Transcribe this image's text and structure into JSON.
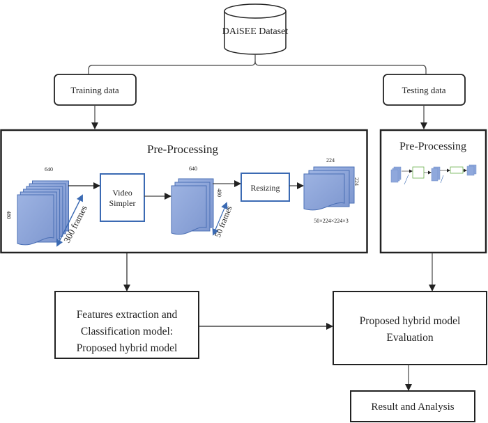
{
  "dataset": {
    "label": "DAiSEE Dataset"
  },
  "training": {
    "label": "Training data"
  },
  "testing": {
    "label": "Testing data"
  },
  "preprocessing_main": {
    "title": "Pre-Processing",
    "input_stack": {
      "width_label": "640",
      "height_label": "480",
      "frames_label": "300 frames"
    },
    "video_sampler": {
      "line1": "Video",
      "line2": "Simpler"
    },
    "sampled_stack": {
      "width_label": "640",
      "height_label": "480",
      "frames_label": "50 frames"
    },
    "resizing": {
      "label": "Resizing"
    },
    "output_stack": {
      "width_label": "224",
      "height_label": "224",
      "shape_label": "50×224×224×3"
    }
  },
  "preprocessing_test": {
    "title": "Pre-Processing"
  },
  "feature_model": {
    "line1": "Features extraction and",
    "line2": "Classification model:",
    "line3": "Proposed hybrid model"
  },
  "evaluation": {
    "line1": "Proposed hybrid model",
    "line2": "Evaluation"
  },
  "result": {
    "label": "Result and Analysis"
  },
  "colors": {
    "frame_fill": "#8fa8dc",
    "frame_stroke": "#4a6fb5",
    "box_stroke": "#3b6ab3",
    "arrow_blue": "#3b6ab3",
    "mini_box_stroke": "#6ab04c"
  }
}
